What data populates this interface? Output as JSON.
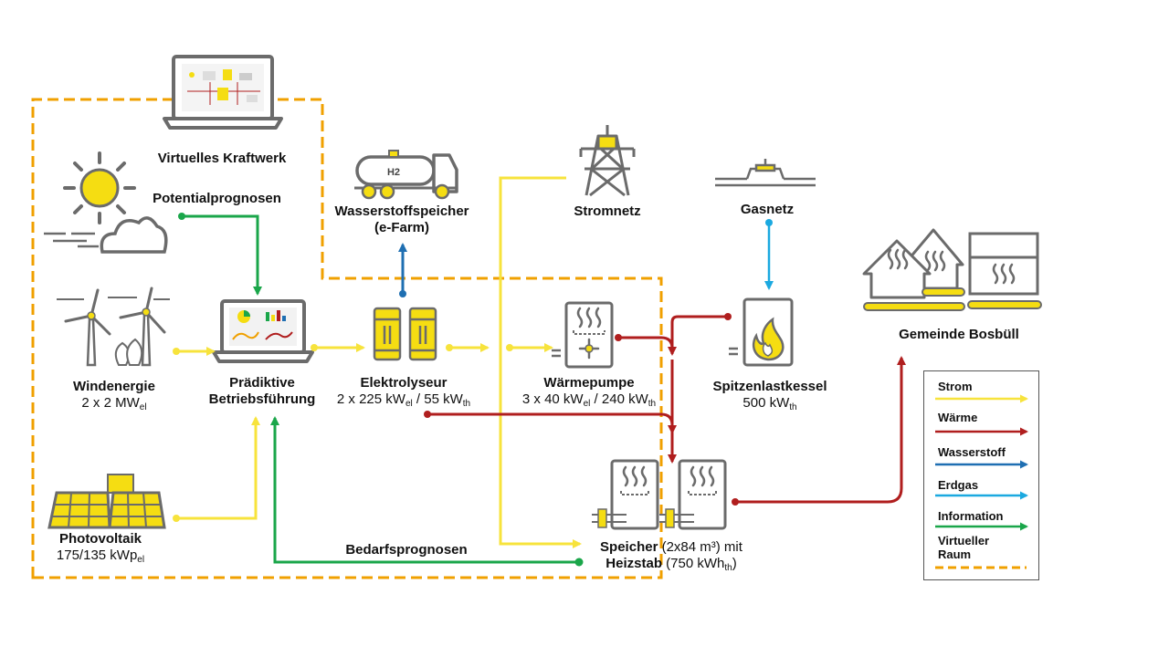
{
  "labels": {
    "virtual_power_plant": "Virtuelles Kraftwerk",
    "potential_forecasts": "Potentialprognosen",
    "hydrogen_storage_line1": "Wasserstoffspeicher",
    "hydrogen_storage_line2": "(e-Farm)",
    "h2_tank_text": "H2",
    "power_grid": "Stromnetz",
    "gas_grid": "Gasnetz",
    "community": "Gemeinde Bosbüll",
    "wind_title": "Windenergie",
    "wind_sub_main": "2 x 2 MW",
    "wind_sub_suffix": "el",
    "predictive_line1": "Prädiktive",
    "predictive_line2": "Betriebsführung",
    "electrolyser_title": "Elektrolyseur",
    "electrolyser_sub_a": "2 x 225 kW",
    "electrolyser_sub_a_suffix": "el",
    "electrolyser_sub_b": " / 55 kW",
    "electrolyser_sub_b_suffix": "th",
    "heat_pump_title": "Wärmepumpe",
    "heat_pump_sub_a": "3 x 40 kW",
    "heat_pump_sub_a_suffix": "el",
    "heat_pump_sub_b": " / 240 kW",
    "heat_pump_sub_b_suffix": "th",
    "peak_boiler_title": "Spitzenlastkessel",
    "peak_boiler_sub": "500 kW",
    "peak_boiler_sub_suffix": "th",
    "pv_title": "Photovoltaik",
    "pv_sub_main": "175/135 kWp",
    "pv_sub_suffix": "el",
    "demand_forecasts": "Bedarfsprognosen",
    "storage_line1_bold": "Speicher",
    "storage_line1_rest": " (2x84 m³) mit",
    "storage_line2_bold": "Heizstab",
    "storage_line2_rest": " (750 kWh",
    "storage_line2_suffix": "th",
    "storage_line2_end": ")"
  },
  "legend": {
    "items": [
      {
        "label": "Strom",
        "color": "#f7e33c"
      },
      {
        "label": "Wärme",
        "color": "#b01e1e"
      },
      {
        "label": "Wasserstoff",
        "color": "#1f6fb2"
      },
      {
        "label": "Erdgas",
        "color": "#1ba9e0"
      },
      {
        "label": "Information",
        "color": "#1aa64a"
      }
    ],
    "virtual_line1": "Virtueller",
    "virtual_line2": "Raum",
    "virtual_color": "#f0a000"
  },
  "colors": {
    "electricity": "#f7e33c",
    "heat": "#b01e1e",
    "hydrogen": "#1f6fb2",
    "gas": "#1ba9e0",
    "information": "#1aa64a",
    "virtual_space": "#f0a000",
    "icon_gray": "#6b6b6b",
    "icon_yellow": "#f5dd12"
  }
}
